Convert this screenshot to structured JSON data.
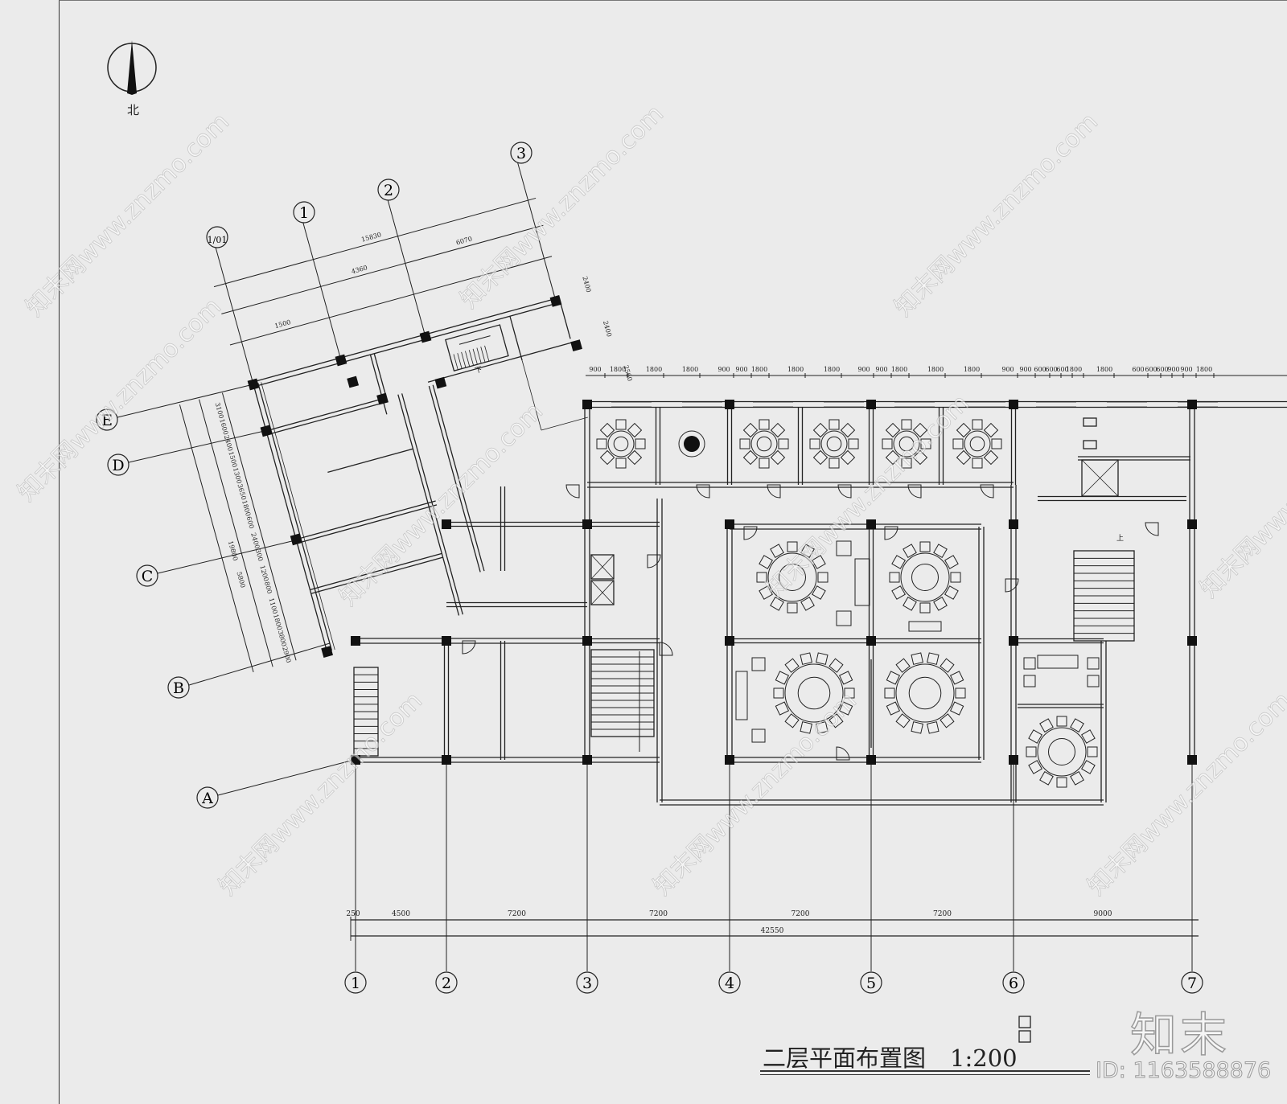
{
  "drawing": {
    "title": "二层平面布置图",
    "scale": "1:200",
    "north_label": "北"
  },
  "grid_bottom": {
    "axes": [
      "1",
      "2",
      "3",
      "4",
      "5",
      "6",
      "7"
    ],
    "spans": [
      "250",
      "4500",
      "7200",
      "7200",
      "7200",
      "7200",
      "9000"
    ],
    "total": "42550"
  },
  "grid_top_dims": [
    "900",
    "1800",
    "1800",
    "1800",
    "900",
    "900",
    "1800",
    "1800",
    "1800",
    "900",
    "900",
    "1800",
    "1800",
    "1800",
    "900",
    "900",
    "600",
    "600",
    "600",
    "1800",
    "1800",
    "600",
    "600",
    "600",
    "900",
    "900",
    "1800"
  ],
  "wing": {
    "axes": [
      "1/01",
      "1",
      "2",
      "3"
    ],
    "rows": [
      "E",
      "D",
      "C",
      "B",
      "A"
    ],
    "dims_top": {
      "total": "15830",
      "mid": "4360",
      "right": "6070",
      "left": "1500"
    },
    "dims_right": [
      "2400",
      "2400",
      "2560"
    ],
    "dims_left": [
      "3100",
      "1600",
      "2400",
      "1500",
      "1300",
      "3650",
      "1800",
      "600",
      "2400",
      "300",
      "1200",
      "800",
      "1100",
      "1800",
      "3800",
      "2900"
    ],
    "dims_left_totals": [
      "19800",
      "5800"
    ]
  },
  "annotations": {
    "down_label": "下",
    "up_label": "上"
  },
  "watermark": {
    "text": "知末网www.znzmo.com",
    "logo": "知末",
    "id": "ID: 1163588876"
  },
  "colors": {
    "line": "#222222",
    "paper": "#ebebeb"
  }
}
